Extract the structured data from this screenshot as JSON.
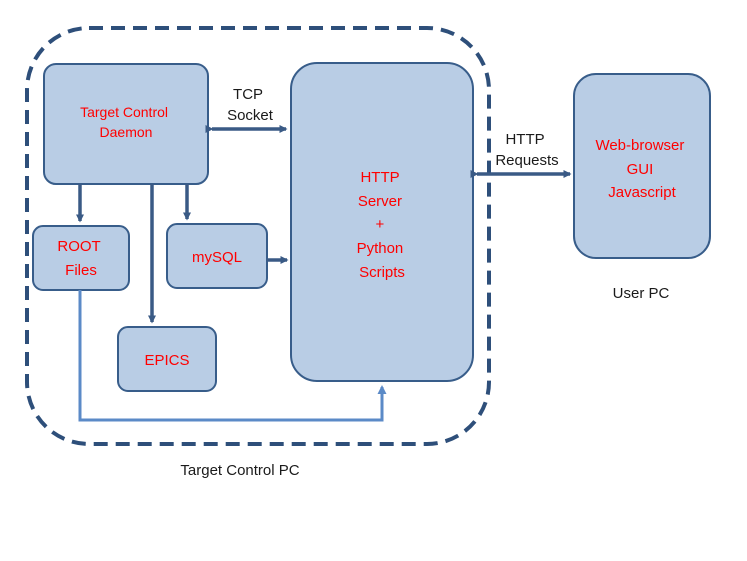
{
  "boxes": {
    "daemon": {
      "lines": [
        "Target Control",
        "Daemon"
      ]
    },
    "root": {
      "lines": [
        "ROOT",
        "Files"
      ]
    },
    "mysql": {
      "lines": [
        "mySQL"
      ]
    },
    "epics": {
      "lines": [
        "EPICS"
      ]
    },
    "http_server": {
      "lines": [
        "HTTP",
        "Server",
        "+",
        "Python",
        "Scripts"
      ]
    },
    "browser": {
      "lines": [
        "Web-browser",
        "GUI",
        "Javascript"
      ]
    }
  },
  "labels": {
    "tcp": [
      "TCP",
      "Socket"
    ],
    "http_requests": [
      "HTTP",
      "Requests"
    ],
    "user_pc": "User PC",
    "target_pc": "Target Control PC"
  },
  "colors": {
    "box_fill": "#b9cde5",
    "box_stroke": "#385d8a",
    "arrow_dark": "#3a5a85",
    "arrow_light": "#5b8ac7",
    "dashed_border": "#2e4f7a",
    "box_text": "#ff0000",
    "label_text": "#1a1a1a"
  }
}
